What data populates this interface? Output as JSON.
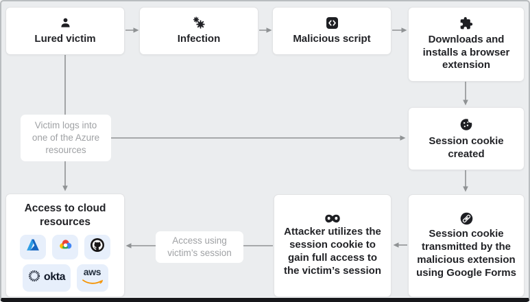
{
  "diagram": {
    "title": "session-hijacking attack flow",
    "nodes": [
      {
        "id": "lured-victim",
        "label": "Lured victim",
        "icon": "person-icon"
      },
      {
        "id": "infection",
        "label": "Infection",
        "icon": "virus-icon"
      },
      {
        "id": "malicious-script",
        "label": "Malicious script",
        "icon": "code-icon"
      },
      {
        "id": "browser-extension",
        "label": "Downloads and installs a browser extension",
        "icon": "puzzle-icon"
      },
      {
        "id": "session-cookie-created",
        "label": "Session cookie created",
        "icon": "cookie-icon"
      },
      {
        "id": "session-cookie-transmitted",
        "label": "Session cookie transmitted by the malicious extension using Google Forms",
        "icon": "link-icon"
      },
      {
        "id": "attacker-session",
        "label": "Attacker utilizes the session cookie to gain full access to the victim’s session",
        "icon": "mask-icon"
      },
      {
        "id": "cloud-access",
        "label": "Access to cloud resources",
        "icons": [
          "azure-logo",
          "google-cloud-logo",
          "github-logo",
          "okta-logo",
          "aws-logo"
        ]
      }
    ],
    "edge_labels": [
      {
        "id": "azure-login",
        "text": "Victim logs into one of the Azure resources"
      },
      {
        "id": "session-access",
        "text": "Access using victim’s session"
      }
    ],
    "logos": {
      "okta_wordmark": "okta",
      "aws_wordmark": "aws"
    },
    "colors": {
      "background": "#ebedef",
      "node_background": "#ffffff",
      "node_border": "#e2e3e5",
      "node_text": "#222327",
      "muted_label_text": "#9fa1a4",
      "arrow": "#8f9294",
      "icon_black": "#1e1f23",
      "tile_background": "#e7effb",
      "azure_blue_light": "#2e9de4",
      "azure_blue_dark": "#1666c0",
      "google_red": "#ea4335",
      "google_yellow": "#fbbc05",
      "google_green": "#34a853",
      "google_blue": "#4285f4",
      "github_black": "#191717",
      "okta_navy": "#101828",
      "aws_navy": "#232f3e",
      "aws_orange": "#f59300",
      "frame_bottom_bar": "#16171a"
    }
  }
}
